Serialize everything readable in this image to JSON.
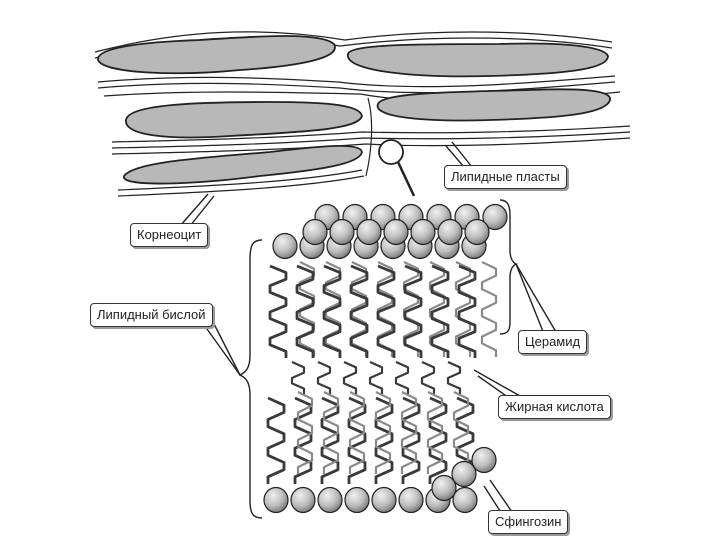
{
  "diagram": {
    "labels": {
      "lipid_layers": "Липидные пласты",
      "corneocyte": "Корнеоцит",
      "lipid_bilayer": "Липидный бислой",
      "ceramide": "Церамид",
      "fatty_acid": "Жирная кислота",
      "sphingosine": "Сфингозин"
    },
    "colors": {
      "cell_fill": "#b8b8b8",
      "head_fill": "#bdbdbd",
      "line": "#222222",
      "tail_dark": "#3a3a3a",
      "tail_light": "#8a8a8a"
    }
  }
}
